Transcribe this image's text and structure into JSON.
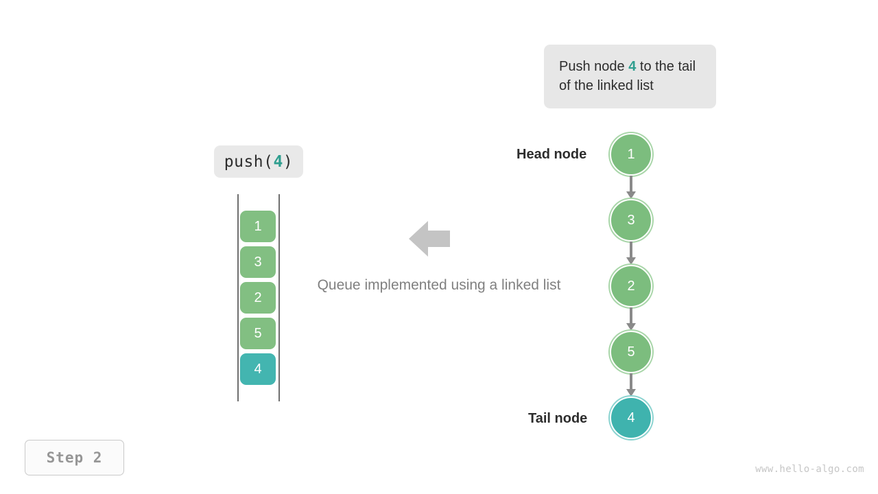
{
  "callout": {
    "prefix": "Push node ",
    "value": "4",
    "suffix": " to the tail of the linked list"
  },
  "operation": {
    "open": "push(",
    "value": "4",
    "close": ")"
  },
  "queue": {
    "cells": [
      {
        "value": "1",
        "color": "green"
      },
      {
        "value": "3",
        "color": "green"
      },
      {
        "value": "2",
        "color": "green"
      },
      {
        "value": "5",
        "color": "green"
      },
      {
        "value": "4",
        "color": "teal"
      }
    ]
  },
  "caption": "Queue implemented using a linked list",
  "linked_list": {
    "head_label": "Head node",
    "tail_label": "Tail node",
    "nodes": [
      {
        "value": "1",
        "color": "green"
      },
      {
        "value": "3",
        "color": "green"
      },
      {
        "value": "2",
        "color": "green"
      },
      {
        "value": "5",
        "color": "green"
      },
      {
        "value": "4",
        "color": "teal"
      }
    ]
  },
  "step_badge": "Step 2",
  "watermark": "www.hello-algo.com",
  "colors": {
    "green": "#7cbd7e",
    "teal": "#3fb3ae",
    "accent_text": "#2f9e8f",
    "arrow_gray": "#8a8a8a",
    "box_gray": "#e7e7e7"
  }
}
